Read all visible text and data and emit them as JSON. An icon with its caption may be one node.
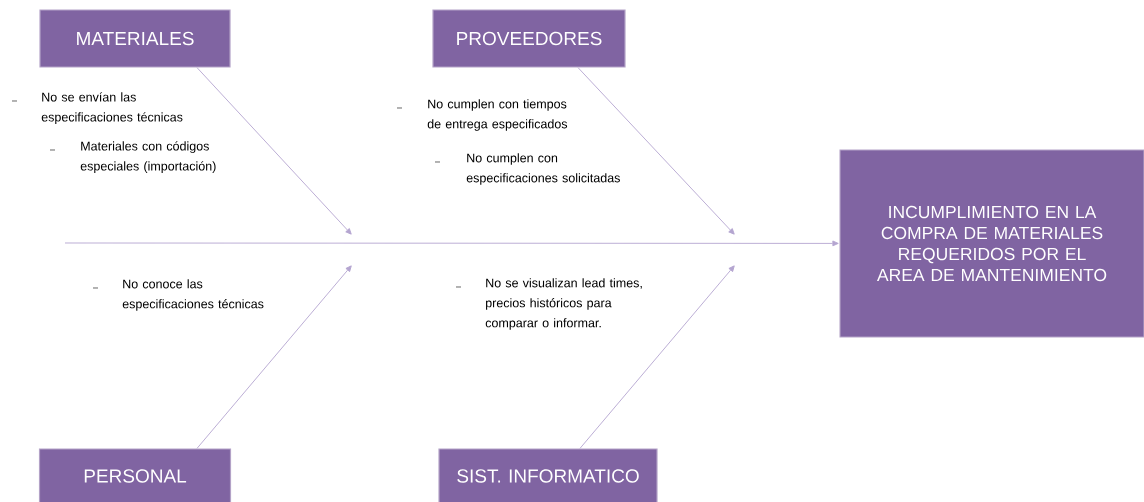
{
  "diagram": {
    "nodes": [
      {
        "text": [
          "MATERIALES"
        ]
      },
      {
        "text": [
          "PROVEEDORES"
        ]
      },
      {
        "text": [
          "INCUMPLIMIENTO EN LA COMPRA DE MATERIALES REQUERIDOS POR EL AREA DE MANTENIMIENTO"
        ]
      },
      {
        "text": [
          "PERSONAL"
        ]
      },
      {
        "text": [
          "SIST. INFORMATICO"
        ]
      }
    ],
    "edges": [
      {
        "from": null,
        "to": 2,
        "arrow": "to"
      },
      {
        "from": 0,
        "to": null,
        "arrow": "to"
      },
      {
        "from": 1,
        "to": null,
        "arrow": "to"
      },
      {
        "from": 3,
        "to": null,
        "arrow": "to"
      },
      {
        "from": 4,
        "to": null,
        "arrow": "to"
      }
    ],
    "labels": [
      "No se envían las especificaciones técnicas",
      "Materiales con códigos especiales (importación)",
      "No cumplen con tiempos de entrega especificados",
      "No cumplen con especificaciones solicitadas",
      "No conoce las especificaciones técnicas",
      "No se visualizan lead times, precios históricos para comparar o informar."
    ]
  }
}
